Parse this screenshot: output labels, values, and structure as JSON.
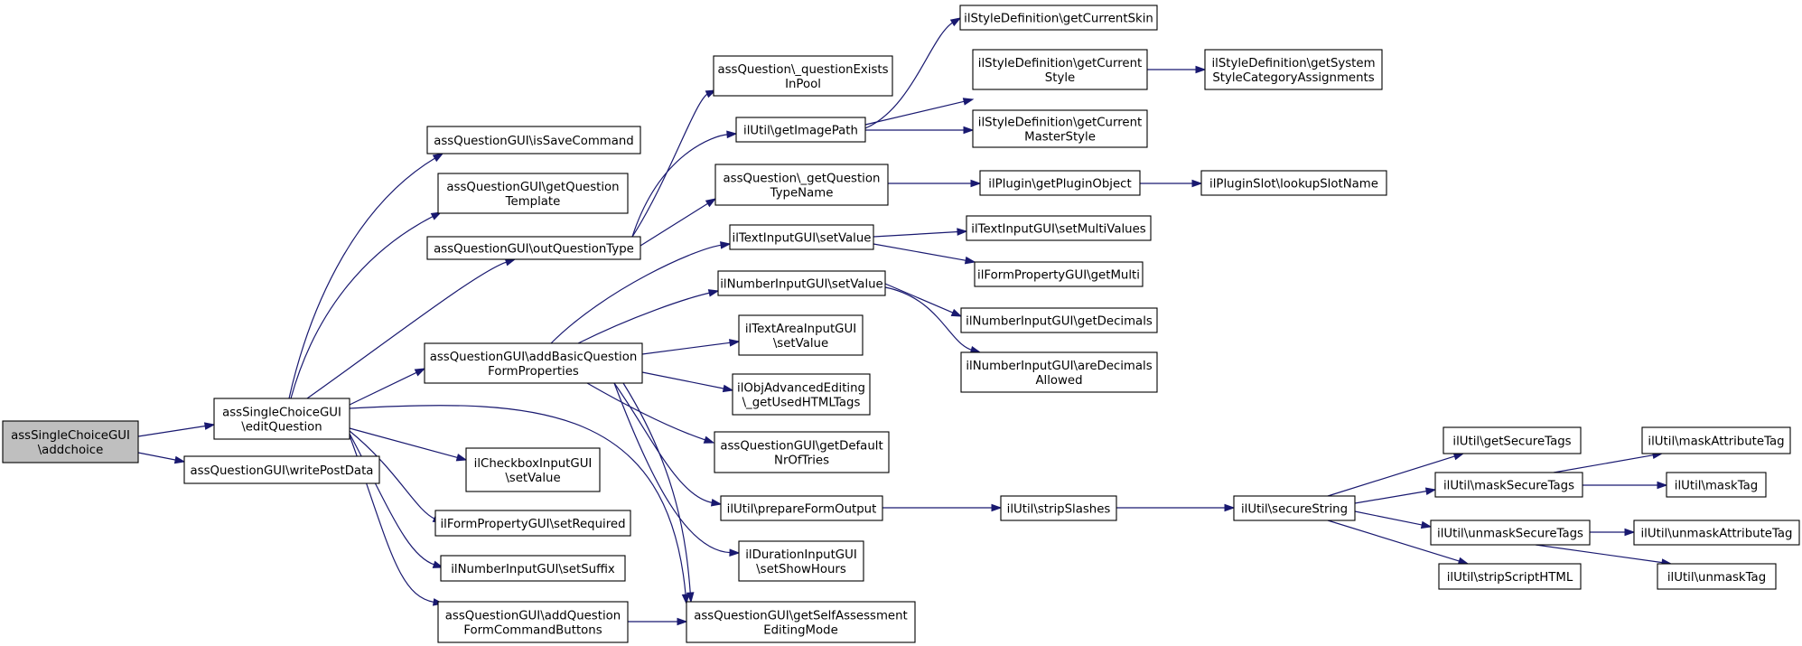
{
  "graph": {
    "edge_color": "#191970",
    "root_fill": "#bfbfbf",
    "nodes": [
      {
        "id": "n0",
        "lines": [
          "assSingleChoiceGUI",
          "\\addchoice"
        ],
        "root": true
      },
      {
        "id": "n1",
        "lines": [
          "assSingleChoiceGUI",
          "\\editQuestion"
        ]
      },
      {
        "id": "n2",
        "lines": [
          "assQuestionGUI\\writePostData"
        ]
      },
      {
        "id": "n3",
        "lines": [
          "assQuestionGUI\\isSaveCommand"
        ]
      },
      {
        "id": "n4",
        "lines": [
          "assQuestionGUI\\getQuestion",
          "Template"
        ]
      },
      {
        "id": "n5",
        "lines": [
          "assQuestionGUI\\outQuestionType"
        ]
      },
      {
        "id": "n6",
        "lines": [
          "assQuestionGUI\\addBasicQuestion",
          "FormProperties"
        ]
      },
      {
        "id": "n7",
        "lines": [
          "ilCheckboxInputGUI",
          "\\setValue"
        ]
      },
      {
        "id": "n8",
        "lines": [
          "ilFormPropertyGUI\\setRequired"
        ]
      },
      {
        "id": "n9",
        "lines": [
          "ilNumberInputGUI\\setSuffix"
        ]
      },
      {
        "id": "n10",
        "lines": [
          "assQuestionGUI\\addQuestion",
          "FormCommandButtons"
        ]
      },
      {
        "id": "n11",
        "lines": [
          "assQuestionGUI\\getSelfAssessment",
          "EditingMode"
        ]
      },
      {
        "id": "n12",
        "lines": [
          "assQuestion\\_questionExists",
          "InPool"
        ]
      },
      {
        "id": "n13",
        "lines": [
          "ilUtil\\getImagePath"
        ]
      },
      {
        "id": "n14",
        "lines": [
          "assQuestion\\_getQuestion",
          "TypeName"
        ]
      },
      {
        "id": "n15",
        "lines": [
          "ilTextInputGUI\\setValue"
        ]
      },
      {
        "id": "n16",
        "lines": [
          "ilNumberInputGUI\\setValue"
        ]
      },
      {
        "id": "n17",
        "lines": [
          "ilTextAreaInputGUI",
          "\\setValue"
        ]
      },
      {
        "id": "n18",
        "lines": [
          "ilObjAdvancedEditing",
          "\\_getUsedHTMLTags"
        ]
      },
      {
        "id": "n19",
        "lines": [
          "assQuestionGUI\\getDefault",
          "NrOfTries"
        ]
      },
      {
        "id": "n20",
        "lines": [
          "ilUtil\\prepareFormOutput"
        ]
      },
      {
        "id": "n21",
        "lines": [
          "ilDurationInputGUI",
          "\\setShowHours"
        ]
      },
      {
        "id": "n22",
        "lines": [
          "ilStyleDefinition\\getCurrentSkin"
        ]
      },
      {
        "id": "n23",
        "lines": [
          "ilStyleDefinition\\getCurrent",
          "Style"
        ]
      },
      {
        "id": "n24",
        "lines": [
          "ilStyleDefinition\\getCurrent",
          "MasterStyle"
        ]
      },
      {
        "id": "n25",
        "lines": [
          "ilStyleDefinition\\getSystem",
          "StyleCategoryAssignments"
        ]
      },
      {
        "id": "n26",
        "lines": [
          "ilPlugin\\getPluginObject"
        ]
      },
      {
        "id": "n27",
        "lines": [
          "ilPluginSlot\\lookupSlotName"
        ]
      },
      {
        "id": "n28",
        "lines": [
          "ilTextInputGUI\\setMultiValues"
        ]
      },
      {
        "id": "n29",
        "lines": [
          "ilFormPropertyGUI\\getMulti"
        ]
      },
      {
        "id": "n30",
        "lines": [
          "ilNumberInputGUI\\getDecimals"
        ]
      },
      {
        "id": "n31",
        "lines": [
          "ilNumberInputGUI\\areDecimals",
          "Allowed"
        ]
      },
      {
        "id": "n32",
        "lines": [
          "ilUtil\\stripSlashes"
        ]
      },
      {
        "id": "n33",
        "lines": [
          "ilUtil\\secureString"
        ]
      },
      {
        "id": "n34",
        "lines": [
          "ilUtil\\getSecureTags"
        ]
      },
      {
        "id": "n35",
        "lines": [
          "ilUtil\\maskSecureTags"
        ]
      },
      {
        "id": "n36",
        "lines": [
          "ilUtil\\unmaskSecureTags"
        ]
      },
      {
        "id": "n37",
        "lines": [
          "ilUtil\\stripScriptHTML"
        ]
      },
      {
        "id": "n38",
        "lines": [
          "ilUtil\\maskAttributeTag"
        ]
      },
      {
        "id": "n39",
        "lines": [
          "ilUtil\\maskTag"
        ]
      },
      {
        "id": "n40",
        "lines": [
          "ilUtil\\unmaskAttributeTag"
        ]
      },
      {
        "id": "n41",
        "lines": [
          "ilUtil\\unmaskTag"
        ]
      }
    ],
    "edges": [
      [
        "n0",
        "n1"
      ],
      [
        "n0",
        "n2"
      ],
      [
        "n1",
        "n3"
      ],
      [
        "n1",
        "n4"
      ],
      [
        "n1",
        "n5"
      ],
      [
        "n1",
        "n6"
      ],
      [
        "n1",
        "n7"
      ],
      [
        "n1",
        "n8"
      ],
      [
        "n1",
        "n9"
      ],
      [
        "n1",
        "n10"
      ],
      [
        "n1",
        "n11"
      ],
      [
        "n5",
        "n12"
      ],
      [
        "n5",
        "n13"
      ],
      [
        "n5",
        "n14"
      ],
      [
        "n6",
        "n15"
      ],
      [
        "n6",
        "n16"
      ],
      [
        "n6",
        "n17"
      ],
      [
        "n6",
        "n18"
      ],
      [
        "n6",
        "n19"
      ],
      [
        "n6",
        "n20"
      ],
      [
        "n6",
        "n21"
      ],
      [
        "n6",
        "n11"
      ],
      [
        "n10",
        "n11"
      ],
      [
        "n13",
        "n22"
      ],
      [
        "n13",
        "n23"
      ],
      [
        "n13",
        "n24"
      ],
      [
        "n23",
        "n25"
      ],
      [
        "n14",
        "n26"
      ],
      [
        "n26",
        "n27"
      ],
      [
        "n15",
        "n28"
      ],
      [
        "n15",
        "n29"
      ],
      [
        "n16",
        "n30"
      ],
      [
        "n16",
        "n31"
      ],
      [
        "n20",
        "n32"
      ],
      [
        "n32",
        "n33"
      ],
      [
        "n33",
        "n34"
      ],
      [
        "n33",
        "n35"
      ],
      [
        "n33",
        "n36"
      ],
      [
        "n33",
        "n37"
      ],
      [
        "n35",
        "n38"
      ],
      [
        "n35",
        "n39"
      ],
      [
        "n36",
        "n40"
      ],
      [
        "n36",
        "n41"
      ]
    ]
  }
}
